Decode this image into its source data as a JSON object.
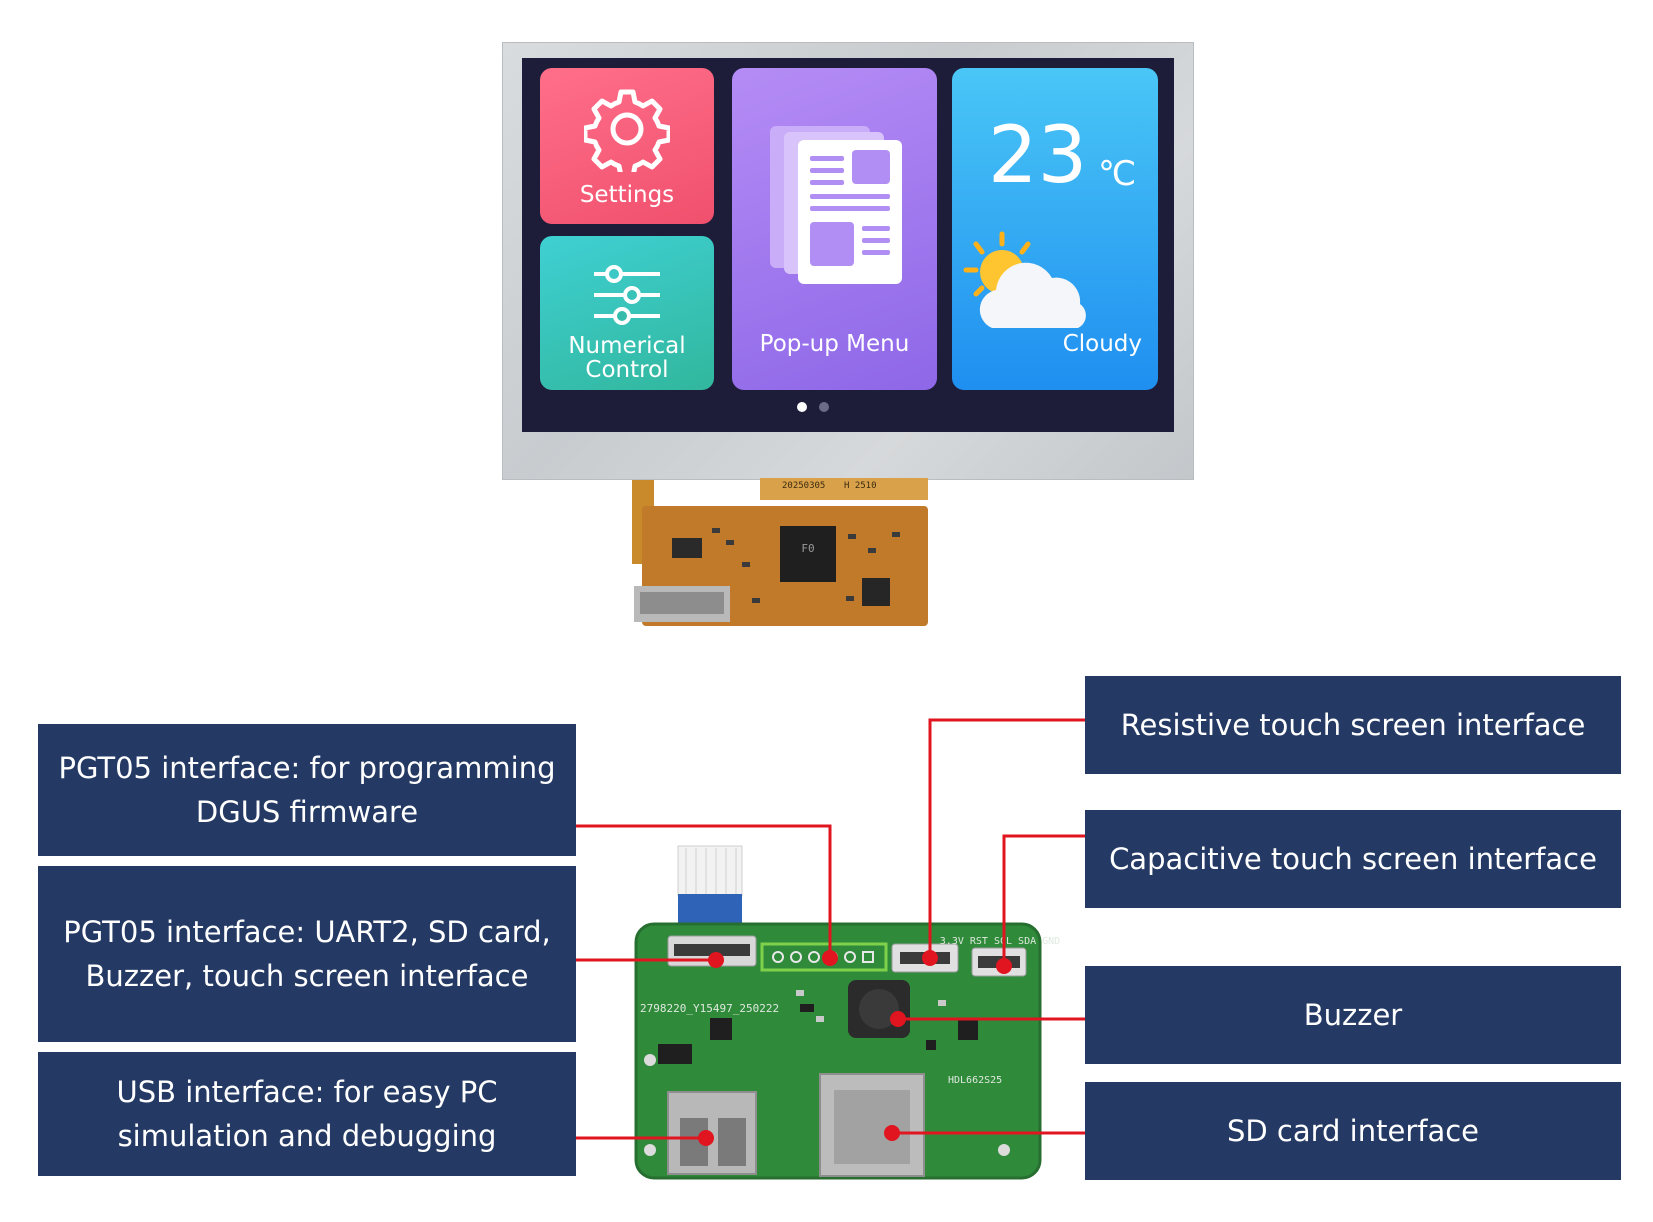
{
  "screen": {
    "tiles": [
      {
        "label": "Settings"
      },
      {
        "label": "Numerical Control"
      },
      {
        "label": "Pop-up Menu"
      },
      {
        "label": "Cloudy"
      }
    ],
    "temperature": "23",
    "temperature_unit": "℃"
  },
  "fpc_print": {
    "line1": "20250305",
    "line2": "H 2510",
    "chip": "F0"
  },
  "pcb_print": {
    "serial": "2798220_Y15497_250222",
    "model": "HDL662S25",
    "pins": "3.3V RST SCL SDA GND"
  },
  "callouts": {
    "pgt05_programming": {
      "line1": "PGT05 interface: for programming",
      "line2": "DGUS firmware"
    },
    "pgt05_uart": {
      "line1": "PGT05 interface: UART2, SD card,",
      "line2": "Buzzer, touch screen interface"
    },
    "usb": {
      "line1": "USB interface: for easy PC",
      "line2": "simulation and debugging"
    },
    "resistive": "Resistive touch screen interface",
    "capacitive": "Capacitive touch screen interface",
    "buzzer": "Buzzer",
    "sd_card": "SD card interface"
  },
  "colors": {
    "callout_bg": "#243a64",
    "leader_line": "#e0151f",
    "pcb_green": "#2f8a3a",
    "highlight_green": "#7fd14a"
  }
}
